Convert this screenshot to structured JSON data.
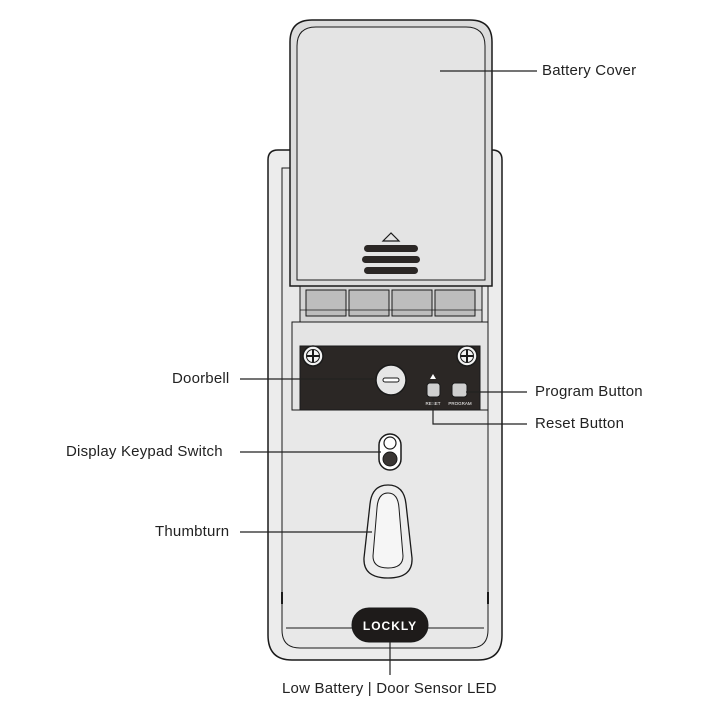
{
  "callouts": {
    "battery_cover": "Battery Cover",
    "doorbell": "Doorbell",
    "program_button": "Program Button",
    "reset_button": "Reset Button",
    "display_keypad_switch": "Display Keypad Switch",
    "thumbturn": "Thumbturn",
    "low_battery_led": "Low Battery | Door Sensor LED"
  },
  "device": {
    "logo_text": "LOCKLY",
    "reset_label": "RESET",
    "program_label": "PROGRAM"
  },
  "colors": {
    "outline": "#1a1a1a",
    "body_fill": "#ececec",
    "panel_dark": "#2b2725",
    "logo_badge": "#1e1b1a",
    "battery_fill": "#dcdcdc"
  }
}
